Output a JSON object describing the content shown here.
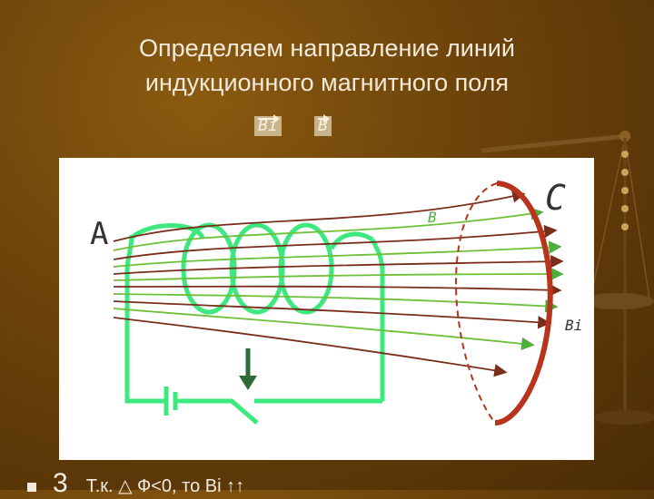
{
  "slide": {
    "title_line1": "Определяем направление линий",
    "title_line2": "индукционного магнитного поля",
    "vector_labels": {
      "bi": "Bi",
      "b": "B"
    }
  },
  "diagram": {
    "label_a": "A",
    "label_c": "C",
    "label_b": "B",
    "label_bi": "Bi",
    "colors": {
      "coil": "#3de87f",
      "field_lines": "#7a2e1a",
      "field_lines_alt": "#6fbf3a",
      "ring": "#b8341c",
      "background": "#ffffff",
      "slide_background": "#6b420a"
    }
  },
  "footer": {
    "number": "3",
    "text": "Т.к. △ Ф<0, то Bi ↑↑"
  }
}
